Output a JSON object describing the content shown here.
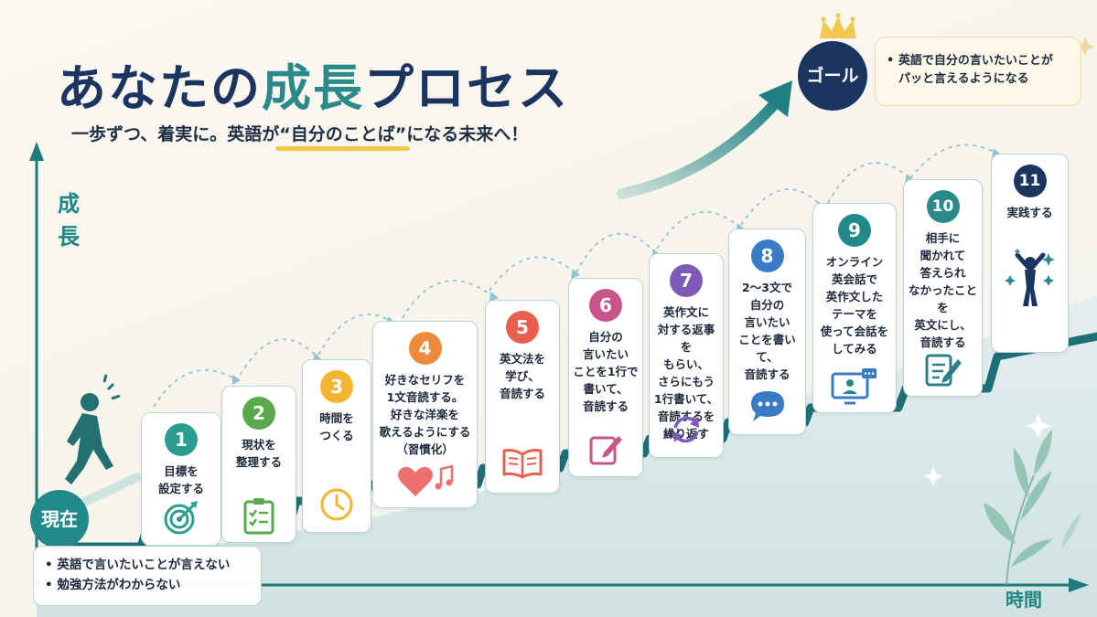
{
  "title": {
    "prefix": "あなたの",
    "accent": "成長",
    "suffix": "プロセス"
  },
  "subtitle": {
    "before": "一歩ずつ、着実に。英語が",
    "highlight": "“自分のことば”",
    "after": "になる未来へ！"
  },
  "axis": {
    "y_label": "成\n長",
    "x_label": "時間"
  },
  "start": {
    "label": "現在",
    "points": [
      "• 英語で言いたいことが言えない",
      "• 勉強方法がわからない"
    ]
  },
  "goal": {
    "label": "ゴール",
    "points": [
      "• 英語で自分の言いたいことが",
      "　パッと言えるようになる"
    ]
  },
  "steps": [
    {
      "number": "1",
      "text": "目標を\n設定する",
      "icon": "target-icon",
      "color": "#2a9d8f"
    },
    {
      "number": "2",
      "text": "現状を\n整理する",
      "icon": "clipboard-checklist-icon",
      "color": "#59a84b"
    },
    {
      "number": "3",
      "text": "時間を\nつくる",
      "icon": "clock-icon",
      "color": "#f2b531"
    },
    {
      "number": "4",
      "text": "好きなセリフを\n1文音読する。\n好きな洋楽を\n歌えるようにする\n（習慣化）",
      "icon": "heart-music-icon",
      "color": "#ee8a3c"
    },
    {
      "number": "5",
      "text": "英文法を\n学び、\n音読する",
      "icon": "open-book-icon",
      "color": "#ea5e4e"
    },
    {
      "number": "6",
      "text": "自分の\n言いたい\nことを1行で\n書いて、\n音読する",
      "icon": "pencil-note-icon",
      "color": "#c9548a"
    },
    {
      "number": "7",
      "text": "英作文に\n対する返事を\nもらい、\nさらにもう\n1行書いて、\n音読するを\n繰り返す",
      "icon": "refresh-cycle-icon",
      "color": "#7e5ab8"
    },
    {
      "number": "8",
      "text": "2〜3文で\n自分の\n言いたい\nことを書いて、\n音読する",
      "icon": "chat-bubble-icon",
      "color": "#3a7bc8"
    },
    {
      "number": "9",
      "text": "オンライン\n英会話で\n英作文した\nテーマを\n使って会話を\nしてみる",
      "icon": "video-call-icon",
      "color": "#22898a"
    },
    {
      "number": "10",
      "text": "相手に\n聞かれて\n答えられ\nなかったことを\n英文にし、\n音読する",
      "icon": "notebook-pen-icon",
      "color": "#2a8a8a"
    },
    {
      "number": "11",
      "text": "実践する",
      "icon": "person-celebrate-icon",
      "color": "#1c3560"
    }
  ]
}
